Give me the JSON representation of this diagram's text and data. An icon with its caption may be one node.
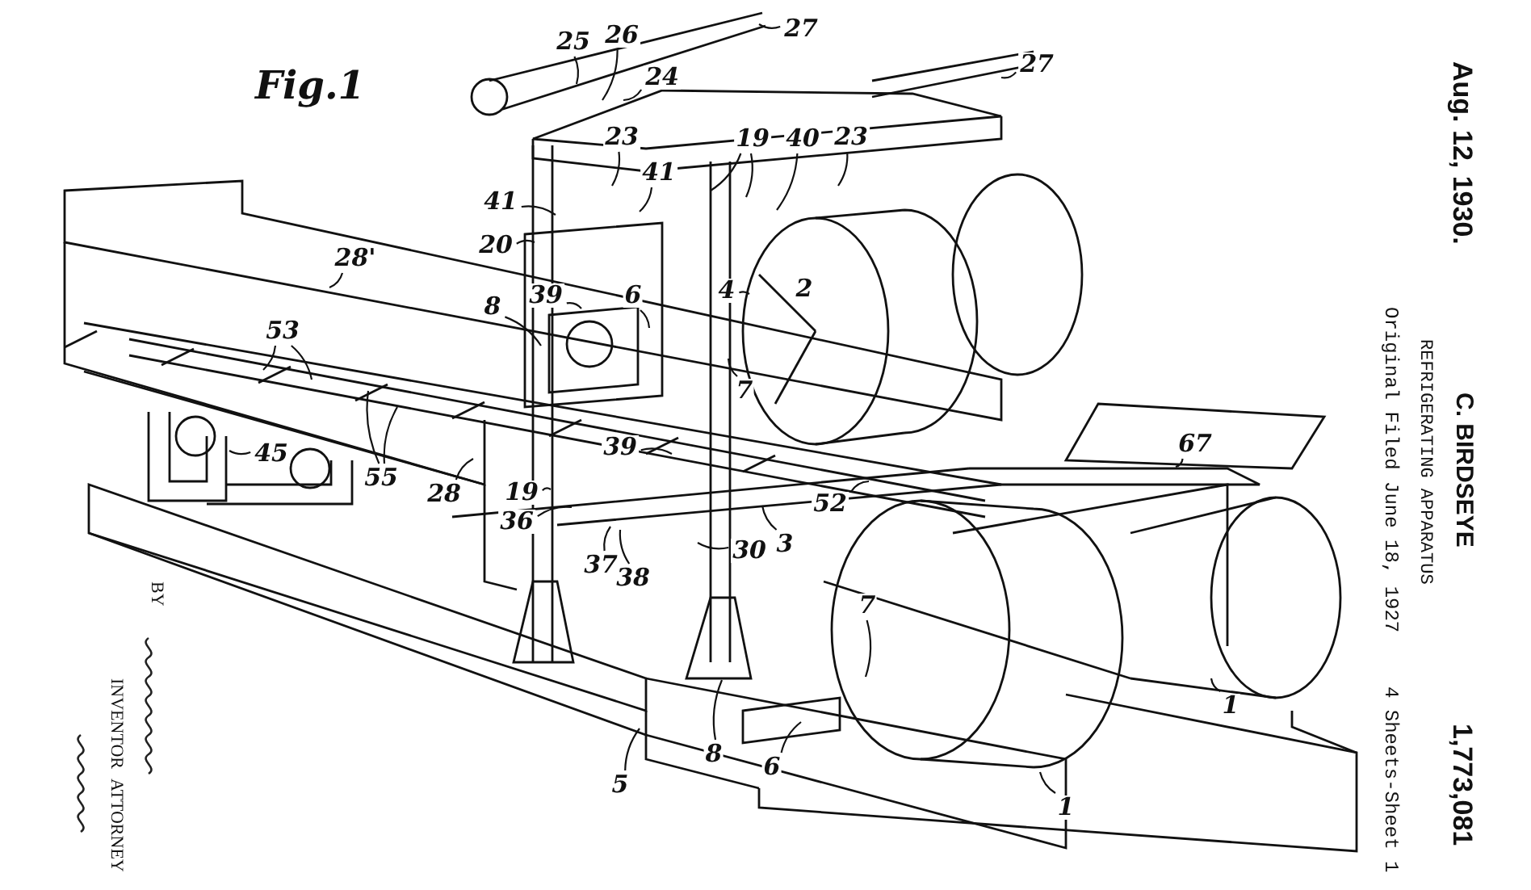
{
  "diagram": {
    "nodes": [
      {
        "text": [
          "27"
        ]
      },
      {
        "text": [
          "25"
        ]
      },
      {
        "text": [
          "26"
        ]
      },
      {
        "text": [
          "24"
        ]
      },
      {
        "text": [
          "27"
        ]
      },
      {
        "text": [
          "23"
        ]
      },
      {
        "text": [
          "19"
        ]
      },
      {
        "text": [
          "40"
        ]
      },
      {
        "text": [
          "23"
        ]
      },
      {
        "text": [
          "41"
        ]
      },
      {
        "text": [
          "41"
        ]
      },
      {
        "text": [
          "20"
        ]
      },
      {
        "text": [
          "28'"
        ]
      },
      {
        "text": [
          "8"
        ]
      },
      {
        "text": [
          "39"
        ]
      },
      {
        "text": [
          "6"
        ]
      },
      {
        "text": [
          "4"
        ]
      },
      {
        "text": [
          "2"
        ]
      },
      {
        "text": [
          "7"
        ]
      },
      {
        "text": [
          "53"
        ]
      },
      {
        "text": [
          "45"
        ]
      },
      {
        "text": [
          "55"
        ]
      },
      {
        "text": [
          "28"
        ]
      },
      {
        "text": [
          "39"
        ]
      },
      {
        "text": [
          "19"
        ]
      },
      {
        "text": [
          "36"
        ]
      },
      {
        "text": [
          "52"
        ]
      },
      {
        "text": [
          "3"
        ]
      },
      {
        "text": [
          "30"
        ]
      },
      {
        "text": [
          "37"
        ]
      },
      {
        "text": [
          "38"
        ]
      },
      {
        "text": [
          "67"
        ]
      },
      {
        "text": [
          "7"
        ]
      },
      {
        "text": [
          "8"
        ]
      },
      {
        "text": [
          "6"
        ]
      },
      {
        "text": [
          "5"
        ]
      },
      {
        "text": [
          "1"
        ]
      },
      {
        "text": [
          "1"
        ]
      }
    ],
    "edges": [
      {
        "from": 0,
        "to": null,
        "arrow": "none"
      },
      {
        "from": 1,
        "to": null,
        "arrow": "none"
      },
      {
        "from": 2,
        "to": null,
        "arrow": "none"
      },
      {
        "from": 3,
        "to": null,
        "arrow": "none"
      },
      {
        "from": 4,
        "to": null,
        "arrow": "none"
      },
      {
        "from": 5,
        "to": null,
        "arrow": "none"
      },
      {
        "from": 6,
        "to": null,
        "arrow": "none"
      },
      {
        "from": 6,
        "to": null,
        "arrow": "none"
      },
      {
        "from": 7,
        "to": null,
        "arrow": "none"
      },
      {
        "from": 8,
        "to": null,
        "arrow": "none"
      },
      {
        "from": 9,
        "to": null,
        "arrow": "none"
      },
      {
        "from": 10,
        "to": null,
        "arrow": "none"
      },
      {
        "from": 11,
        "to": null,
        "arrow": "none"
      },
      {
        "from": 12,
        "to": null,
        "arrow": "none"
      },
      {
        "from": 13,
        "to": null,
        "arrow": "none"
      },
      {
        "from": 14,
        "to": null,
        "arrow": "none"
      },
      {
        "from": 15,
        "to": null,
        "arrow": "none"
      },
      {
        "from": 16,
        "to": null,
        "arrow": "none"
      },
      {
        "from": 18,
        "to": null,
        "arrow": "none"
      },
      {
        "from": 19,
        "to": null,
        "arrow": "none"
      },
      {
        "from": 19,
        "to": null,
        "arrow": "none"
      },
      {
        "from": 20,
        "to": null,
        "arrow": "none"
      },
      {
        "from": 21,
        "to": null,
        "arrow": "none"
      },
      {
        "from": 21,
        "to": null,
        "arrow": "none"
      },
      {
        "from": 22,
        "to": null,
        "arrow": "none"
      },
      {
        "from": 23,
        "to": null,
        "arrow": "none"
      },
      {
        "from": 24,
        "to": null,
        "arrow": "none"
      },
      {
        "from": 25,
        "to": null,
        "arrow": "none"
      },
      {
        "from": 26,
        "to": null,
        "arrow": "none"
      },
      {
        "from": 27,
        "to": null,
        "arrow": "none"
      },
      {
        "from": 28,
        "to": null,
        "arrow": "none"
      },
      {
        "from": 29,
        "to": null,
        "arrow": "none"
      },
      {
        "from": 30,
        "to": null,
        "arrow": "none"
      },
      {
        "from": 31,
        "to": null,
        "arrow": "none"
      },
      {
        "from": 32,
        "to": null,
        "arrow": "none"
      },
      {
        "from": 33,
        "to": null,
        "arrow": "none"
      },
      {
        "from": 34,
        "to": null,
        "arrow": "none"
      },
      {
        "from": 35,
        "to": null,
        "arrow": "none"
      },
      {
        "from": 36,
        "to": null,
        "arrow": "none"
      },
      {
        "from": 37,
        "to": null,
        "arrow": "none"
      }
    ],
    "labels": [
      "Fig.1",
      "Aug. 12, 1930.",
      "C. BIRDSEYE",
      "1,773,081",
      "REFRIGERATING APPARATUS",
      "Original Filed June 18, 1927",
      "4 Sheets-Sheet 1",
      "BY",
      "INVENTOR",
      "ATTORNEY"
    ]
  }
}
